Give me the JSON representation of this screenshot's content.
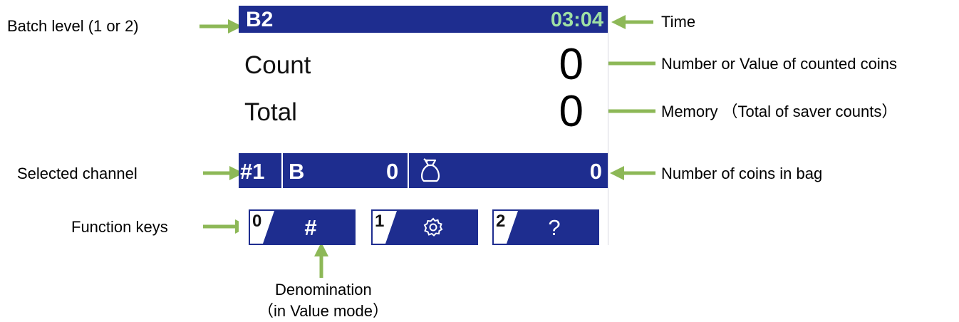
{
  "screen": {
    "batch_level": "B2",
    "time": "03:04",
    "count_label": "Count",
    "count_value": "0",
    "total_label": "Total",
    "total_value": "0",
    "channel": "#1",
    "channel_letter": "B",
    "channel_count": "0",
    "bag_icon": "coin-bag-icon",
    "bag_count": "0",
    "function_keys": [
      {
        "number": "0",
        "symbol": "#",
        "icon": "hash-icon"
      },
      {
        "number": "1",
        "symbol": "",
        "icon": "gear-icon"
      },
      {
        "number": "2",
        "symbol": "?",
        "icon": "question-icon"
      }
    ]
  },
  "annotations": {
    "batch_level": "Batch  level (1 or 2)",
    "selected_channel": "Selected channel",
    "function_keys": "Function keys",
    "time": "Time",
    "count": "Number or Value of counted coins",
    "memory": "Memory  （Total of saver counts）",
    "bag": "Number of coins in bag",
    "denomination_line1": "Denomination",
    "denomination_line2": "（in Value mode）"
  },
  "colors": {
    "screen_bar": "#1e2d8f",
    "time_text": "#9fe0a4",
    "arrow": "#8db857"
  }
}
